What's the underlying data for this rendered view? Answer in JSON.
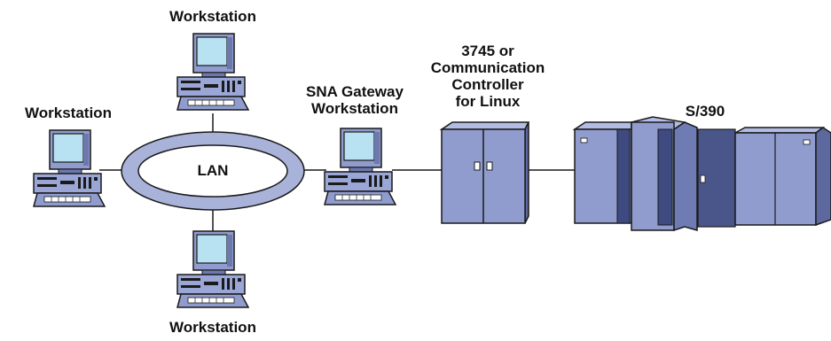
{
  "labels": {
    "ws_top": "Workstation",
    "ws_left": "Workstation",
    "ws_bottom": "Workstation",
    "lan": "LAN",
    "gateway_line1": "SNA Gateway",
    "gateway_line2": "Workstation",
    "controller_line1": "3745 or",
    "controller_line2": "Communication",
    "controller_line3": "Controller",
    "controller_line4": "for Linux",
    "mainframe": "S/390"
  },
  "colors": {
    "ring": "#a9b2d8",
    "equipment": "#8f9ccd",
    "equipment_dark": "#4a568a",
    "screen": "#b8e2f2",
    "line": "#1a1a1a"
  }
}
